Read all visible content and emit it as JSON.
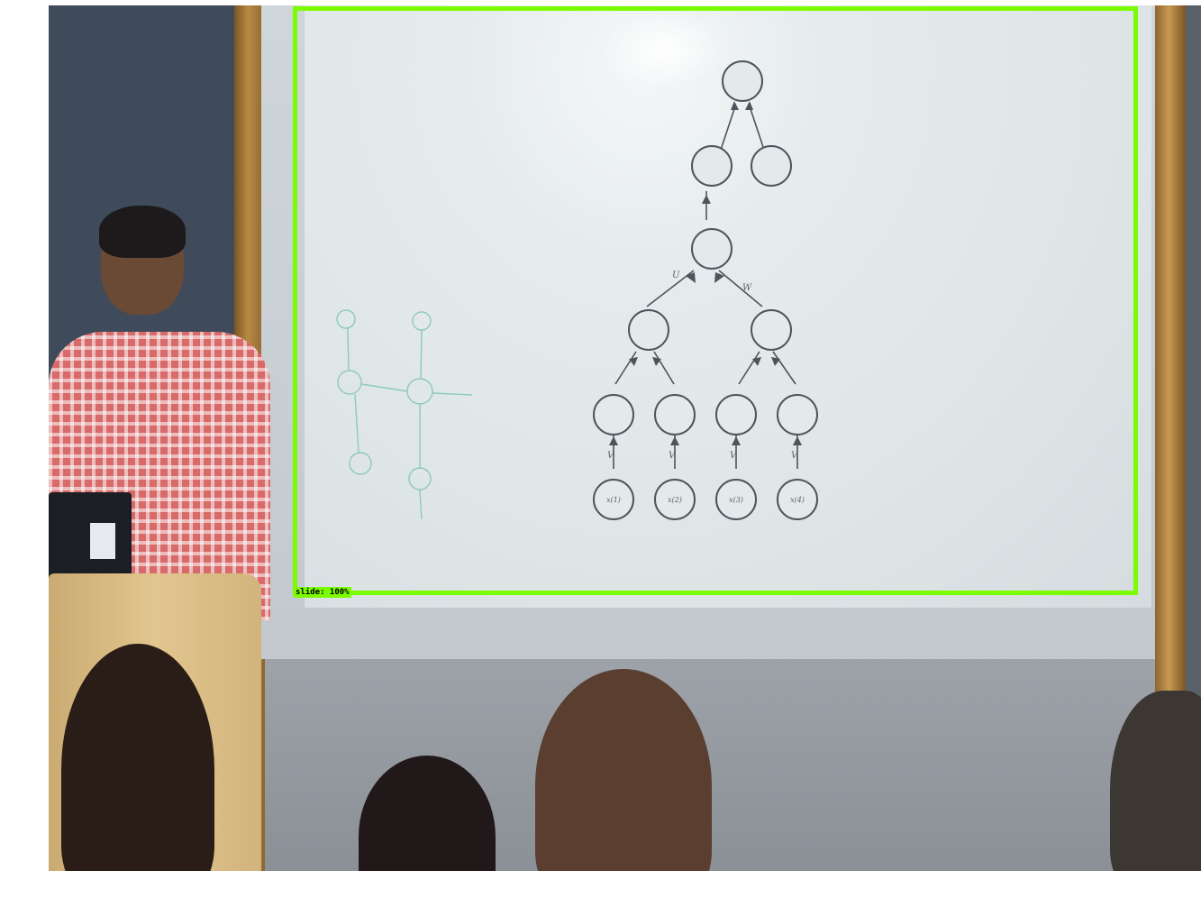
{
  "photo": {
    "description_tags": [
      "presenter",
      "projector-screen",
      "audience"
    ]
  },
  "slide": {
    "edge_labels": {
      "left": "U",
      "right": "W",
      "input": "V"
    },
    "leaf_inputs": [
      "x(1)",
      "x(2)",
      "x(3)",
      "x(4)"
    ]
  },
  "detection": {
    "label": "slide: 100%",
    "color": "#7cfc00"
  }
}
